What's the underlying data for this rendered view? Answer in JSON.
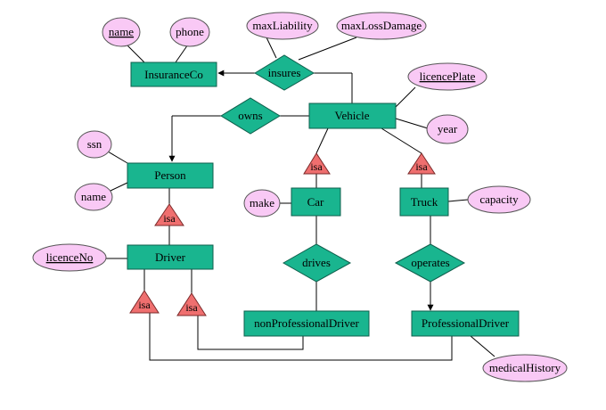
{
  "entities": {
    "insurance_co": "InsuranceCo",
    "vehicle": "Vehicle",
    "person": "Person",
    "car": "Car",
    "truck": "Truck",
    "driver": "Driver",
    "non_professional_driver": "nonProfessionalDriver",
    "professional_driver": "ProfessionalDriver"
  },
  "relationships": {
    "insures": "insures",
    "owns": "owns",
    "drives": "drives",
    "operates": "operates"
  },
  "attributes": {
    "insurance_name": "name",
    "insurance_phone": "phone",
    "max_liability": "maxLiability",
    "max_loss_damage": "maxLossDamage",
    "licence_plate": "licencePlate",
    "year": "year",
    "ssn": "ssn",
    "person_name": "name",
    "make": "make",
    "capacity": "capacity",
    "licence_no": "licenceNo",
    "medical_history": "medicalHistory"
  },
  "isa_label": "isa"
}
